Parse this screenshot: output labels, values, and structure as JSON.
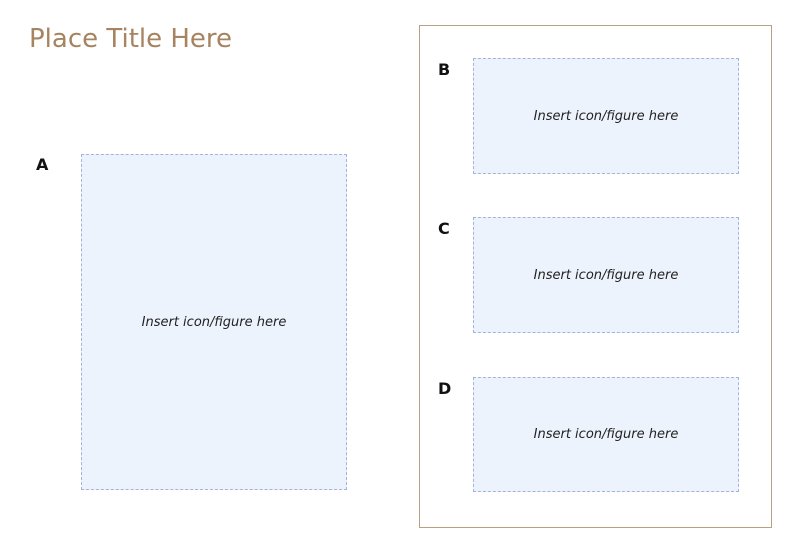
{
  "title": {
    "text": "Place Title Here",
    "color": "#A5845F"
  },
  "colors": {
    "placeholder_fill": "#EDF3FC",
    "placeholder_border": "#A3B4DA",
    "frame_border": "#B9A082",
    "label_color": "#111111"
  },
  "panels": [
    {
      "label": "A",
      "placeholder_text": "Insert icon/figure here"
    },
    {
      "label": "B",
      "placeholder_text": "Insert icon/figure here"
    },
    {
      "label": "C",
      "placeholder_text": "Insert icon/figure here"
    },
    {
      "label": "D",
      "placeholder_text": "Insert icon/figure here"
    }
  ]
}
